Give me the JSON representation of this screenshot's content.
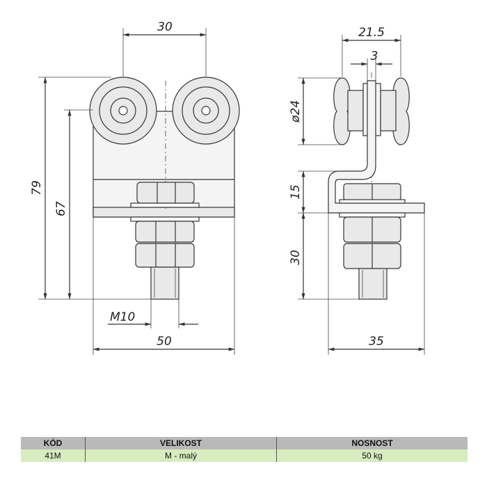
{
  "dimensions": {
    "front_wheel_spacing": "30",
    "front_height_total": "79",
    "front_height_body": "67",
    "front_thread": "M10",
    "front_width": "50",
    "side_width_top": "21.5",
    "side_gap": "3",
    "side_wheel_diameter": "ø24",
    "side_bracket_offset": "15",
    "side_bolt_length": "30",
    "side_width_bottom": "35"
  },
  "table": {
    "headers": [
      "KÓD",
      "VELIKOST",
      "NOSNOST"
    ],
    "rows": [
      [
        "41M",
        "M - malý",
        "50 kg"
      ]
    ]
  },
  "colors": {
    "header_bg": "#b9b9b9",
    "row_bg": "#d7ecbf"
  }
}
